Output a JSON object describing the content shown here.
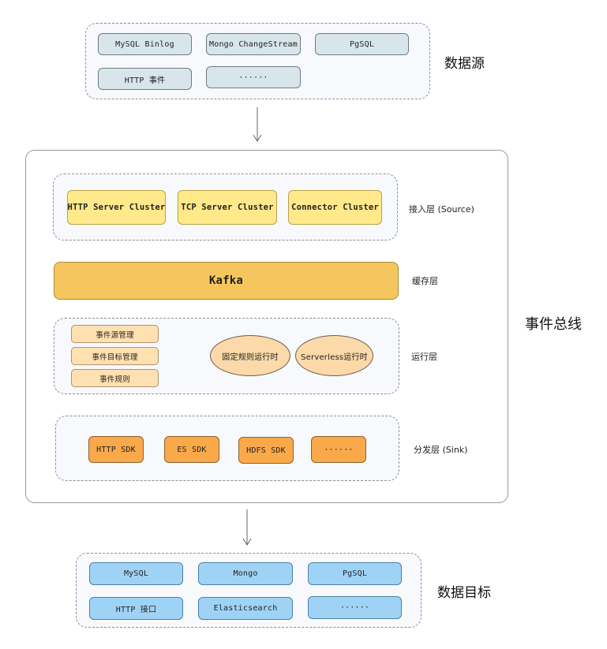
{
  "sources": {
    "label": "数据源",
    "items": [
      "MySQL Binlog",
      "Mongo ChangeStream",
      "PgSQL",
      "HTTP 事件",
      "······"
    ]
  },
  "bus": {
    "label": "事件总线",
    "source_layer": {
      "label": "接入层 (Source)",
      "items": [
        "HTTP Server Cluster",
        "TCP Server Cluster",
        "Connector Cluster"
      ]
    },
    "cache_layer": {
      "label": "缓存层",
      "item": "Kafka"
    },
    "runtime_layer": {
      "label": "运行层",
      "management": [
        "事件源管理",
        "事件目标管理",
        "事件规则"
      ],
      "runtimes": [
        "固定规则运行时",
        "Serverless运行时"
      ]
    },
    "sink_layer": {
      "label": "分发层 (Sink)",
      "items": [
        "HTTP SDK",
        "ES SDK",
        "HDFS SDK",
        "······"
      ]
    }
  },
  "targets": {
    "label": "数据目标",
    "items": [
      "MySQL",
      "Mongo",
      "PgSQL",
      "HTTP 接口",
      "Elasticsearch",
      "······"
    ]
  },
  "colors": {
    "source_box": "#d8e6ec",
    "source_cluster": "#ffe98a",
    "kafka": "#f6c65e",
    "management": "#ffe0b0",
    "runtime": "#fbd9a8",
    "sink": "#f9a94a",
    "target": "#9fd3f6"
  }
}
